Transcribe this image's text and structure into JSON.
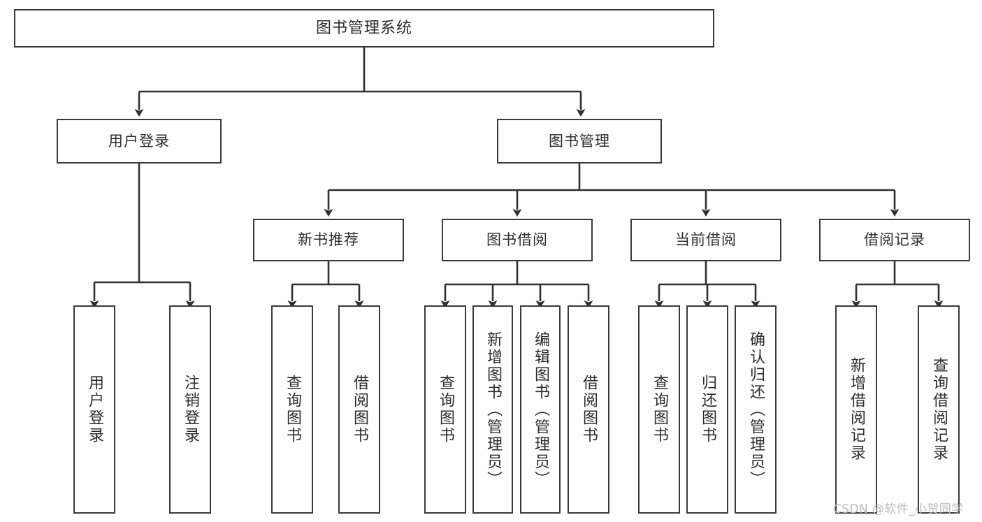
{
  "diagram": {
    "title": "图书管理系统",
    "type": "tree-diagram",
    "root": {
      "id": "root",
      "label": "图书管理系统"
    },
    "level2": [
      {
        "id": "login",
        "label": "用户登录"
      },
      {
        "id": "bookmgmt",
        "label": "图书管理"
      }
    ],
    "level3": [
      {
        "id": "newbook",
        "label": "新书推荐"
      },
      {
        "id": "borrow",
        "label": "图书借阅"
      },
      {
        "id": "current",
        "label": "当前借阅"
      },
      {
        "id": "record",
        "label": "借阅记录"
      }
    ],
    "leaves": [
      {
        "id": "leaf-user-login",
        "label": "用户登录",
        "parent": "login"
      },
      {
        "id": "leaf-user-logout",
        "label": "注销登录",
        "parent": "login"
      },
      {
        "id": "leaf-query-book-1",
        "label": "查询图书",
        "parent": "newbook"
      },
      {
        "id": "leaf-borrow-book-1",
        "label": "借阅图书",
        "parent": "newbook"
      },
      {
        "id": "leaf-query-book-2",
        "label": "查询图书",
        "parent": "borrow"
      },
      {
        "id": "leaf-add-book",
        "label": "新增图书（管理员）",
        "parent": "borrow"
      },
      {
        "id": "leaf-edit-book",
        "label": "编辑图书（管理员）",
        "parent": "borrow"
      },
      {
        "id": "leaf-borrow-book-2",
        "label": "借阅图书",
        "parent": "borrow"
      },
      {
        "id": "leaf-query-book-3",
        "label": "查询图书",
        "parent": "current"
      },
      {
        "id": "leaf-return-book",
        "label": "归还图书",
        "parent": "current"
      },
      {
        "id": "leaf-confirm-return",
        "label": "确认归还（管理员）",
        "parent": "current"
      },
      {
        "id": "leaf-add-record",
        "label": "新增借阅记录",
        "parent": "record"
      },
      {
        "id": "leaf-query-record",
        "label": "查询借阅记录",
        "parent": "record"
      }
    ],
    "watermark": "CSDN @软件_小贺同学",
    "colors": {
      "stroke": "#3a3a3a",
      "fill": "#ffffff",
      "text": "#2b2b2b",
      "watermark": "#b9b9b9"
    }
  }
}
